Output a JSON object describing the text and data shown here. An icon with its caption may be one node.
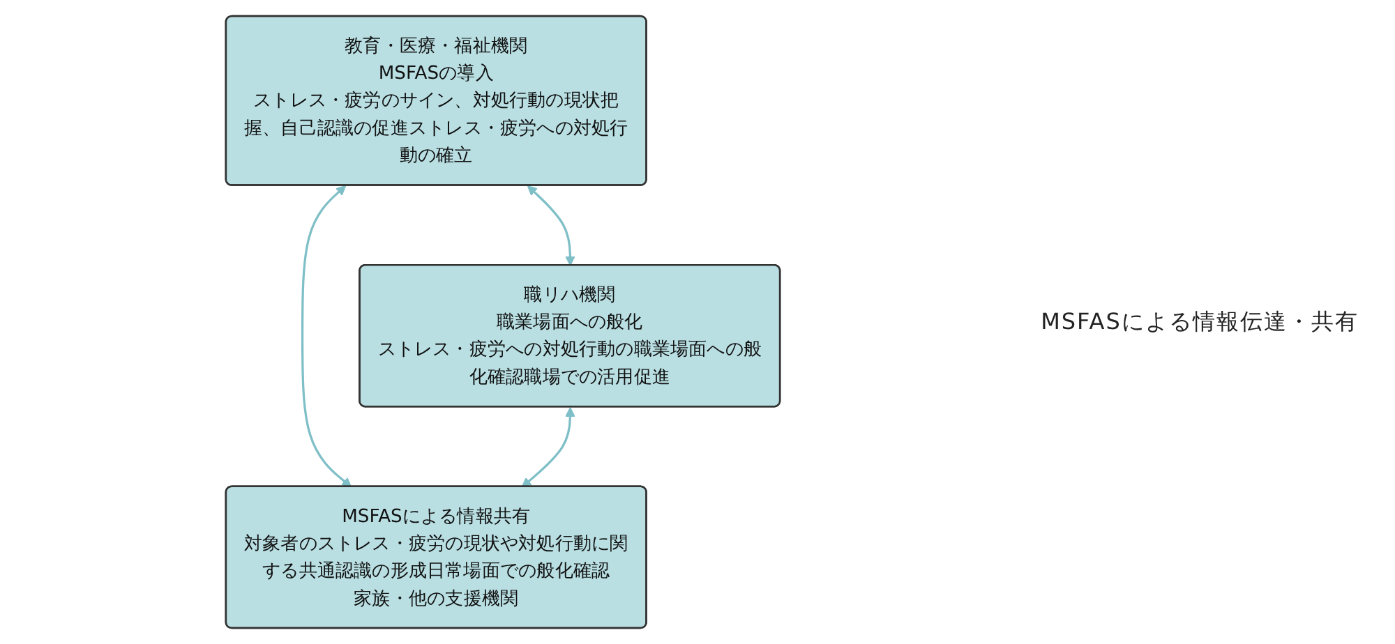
{
  "diagram": {
    "nodes": [
      {
        "text": [
          "教育・医療・福祉機関",
          "MSFASの導入",
          "ストレス・疲労のサイン、対処行動の現状把握、自己認識の促進ストレス・疲労への対処行動の確立"
        ]
      },
      {
        "text": [
          "職リハ機関",
          "職業場面への般化",
          "ストレス・疲労への対処行動の職業場面への般化確認職場での活用促進"
        ]
      },
      {
        "text": [
          "MSFASによる情報共有",
          "対象者のストレス・疲労の現状や対処行動に関する共通認識の形成日常場面での般化確認",
          "家族・他の支援機関"
        ]
      }
    ],
    "edges": [
      {
        "from": 0,
        "to": 1,
        "arrow": "both"
      },
      {
        "from": 0,
        "to": 2,
        "arrow": "both"
      },
      {
        "from": 1,
        "to": 2,
        "arrow": "both"
      }
    ],
    "labels": [
      "MSFASによる情報伝達・共有"
    ]
  }
}
